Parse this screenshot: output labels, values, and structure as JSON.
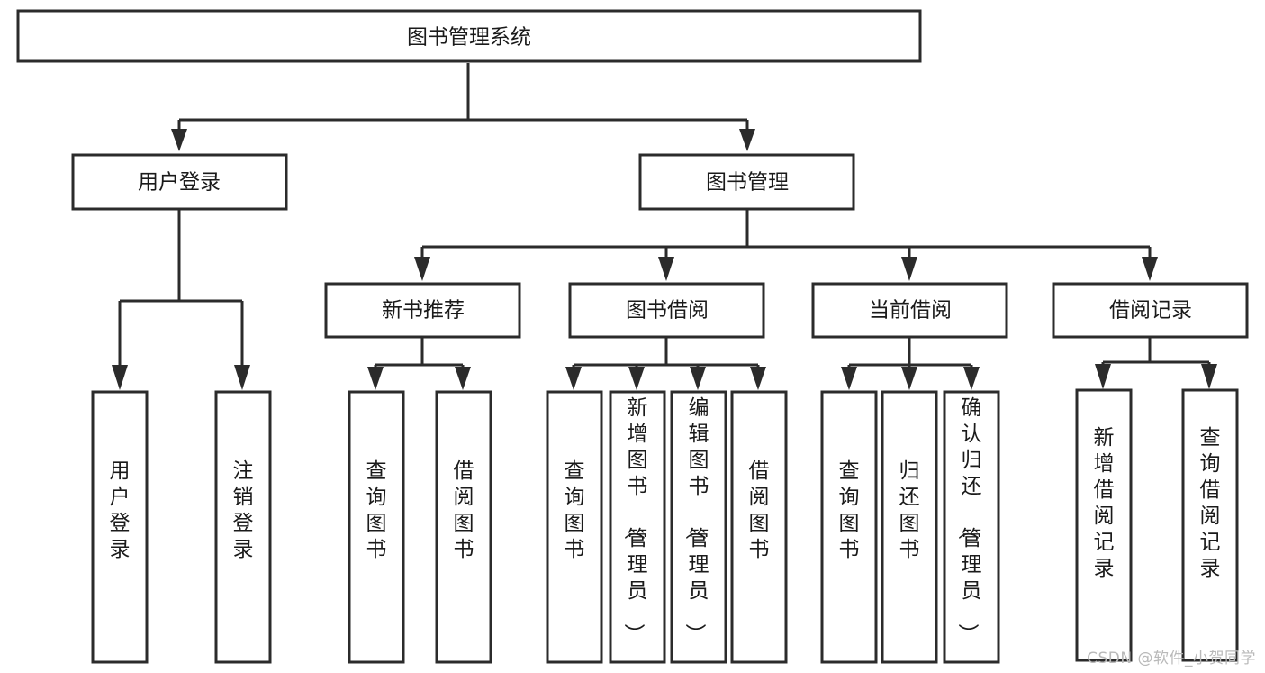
{
  "diagram": {
    "type": "tree-hierarchy",
    "root": {
      "id": "root",
      "label": "图书管理系统"
    },
    "level2": [
      {
        "id": "user-login",
        "label": "用户登录"
      },
      {
        "id": "book-manage",
        "label": "图书管理"
      }
    ],
    "level3": [
      {
        "id": "new-book-recommend",
        "label": "新书推荐",
        "parent": "book-manage"
      },
      {
        "id": "book-borrow",
        "label": "图书借阅",
        "parent": "book-manage"
      },
      {
        "id": "current-borrow",
        "label": "当前借阅",
        "parent": "book-manage"
      },
      {
        "id": "borrow-record",
        "label": "借阅记录",
        "parent": "book-manage"
      }
    ],
    "leaves": {
      "user-login": [
        {
          "id": "leaf-user-login",
          "label": "用户登录"
        },
        {
          "id": "leaf-user-logout",
          "label": "注销登录"
        }
      ],
      "new-book-recommend": [
        {
          "id": "leaf-query-book-1",
          "label": "查询图书"
        },
        {
          "id": "leaf-borrow-book-1",
          "label": "借阅图书"
        }
      ],
      "book-borrow": [
        {
          "id": "leaf-query-book-2",
          "label": "查询图书"
        },
        {
          "id": "leaf-add-book",
          "label": "新增图书（管理员）"
        },
        {
          "id": "leaf-edit-book",
          "label": "编辑图书（管理员）"
        },
        {
          "id": "leaf-borrow-book-2",
          "label": "借阅图书"
        }
      ],
      "current-borrow": [
        {
          "id": "leaf-query-book-3",
          "label": "查询图书"
        },
        {
          "id": "leaf-return-book",
          "label": "归还图书"
        },
        {
          "id": "leaf-confirm-return",
          "label": "确认归还（管理员）"
        }
      ],
      "borrow-record": [
        {
          "id": "leaf-add-record",
          "label": "新增借阅记录"
        },
        {
          "id": "leaf-query-record",
          "label": "查询借阅记录"
        }
      ]
    }
  },
  "colors": {
    "box_stroke": "#2b2b2b",
    "box_fill": "#ffffff",
    "connector": "#2b2b2b",
    "text": "#1a1a1a",
    "watermark": "#b9b9b9",
    "background": "#ffffff"
  },
  "watermark": {
    "text": "CSDN @软件_小贺同学"
  }
}
